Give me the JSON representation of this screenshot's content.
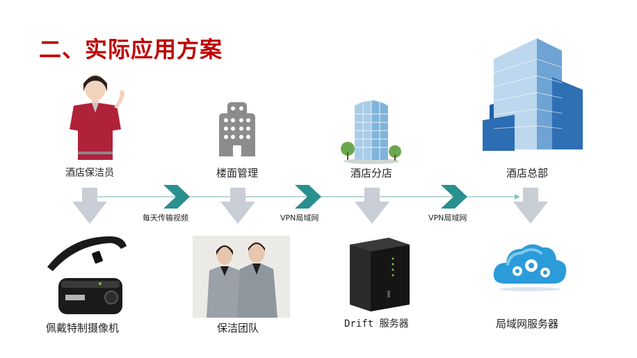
{
  "title": "二、实际应用方案",
  "nodes": [
    {
      "label": "酒店保洁员"
    },
    {
      "label": "楼面管理"
    },
    {
      "label": "酒店分店"
    },
    {
      "label": "酒店总部"
    }
  ],
  "links": [
    {
      "label": "每天传输视频"
    },
    {
      "label": "VPN局域网"
    },
    {
      "label": "VPN局域网"
    }
  ],
  "outputs": [
    {
      "label": "佩戴特制摄像机"
    },
    {
      "label": "保洁团队"
    },
    {
      "label": "Drift 服务器"
    },
    {
      "label": "局域网服务器"
    }
  ],
  "colors": {
    "title": "#c00000",
    "accent": "#2a8f8f",
    "arrow_down": "#c9ced6",
    "line": "#8fc0c0"
  }
}
